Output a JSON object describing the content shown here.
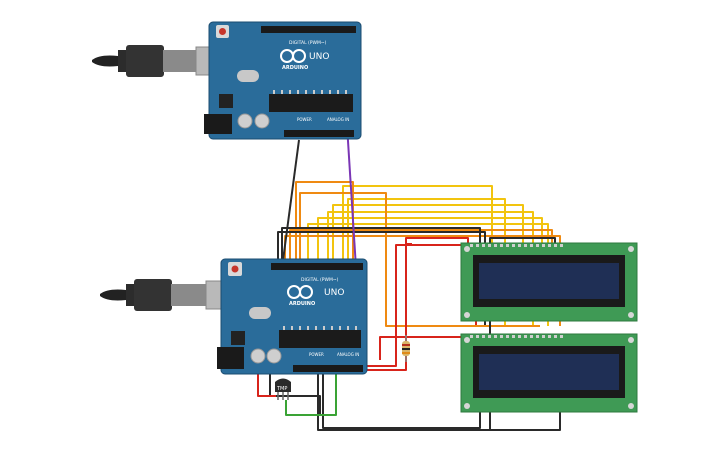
{
  "boards": [
    {
      "brand": "ARDUINO",
      "model": "UNO",
      "digital_label": "DIGITAL (PWM~)",
      "power_label": "POWER",
      "analog_label": "ANALOG IN"
    },
    {
      "brand": "ARDUINO",
      "model": "UNO",
      "digital_label": "DIGITAL (PWM~)",
      "power_label": "POWER",
      "analog_label": "ANALOG IN"
    }
  ],
  "sensor": {
    "label": "TMP"
  },
  "colors": {
    "board": "#2a6c9a",
    "lcd_pcb": "#3f9a55",
    "lcd_screen": "#1f2f55",
    "wire_yellow": "#f2c40e",
    "wire_orange": "#ef8a12",
    "wire_red": "#d8241b",
    "wire_black": "#2a2a2a",
    "wire_green": "#3aa335",
    "wire_purple": "#7a35b5"
  }
}
